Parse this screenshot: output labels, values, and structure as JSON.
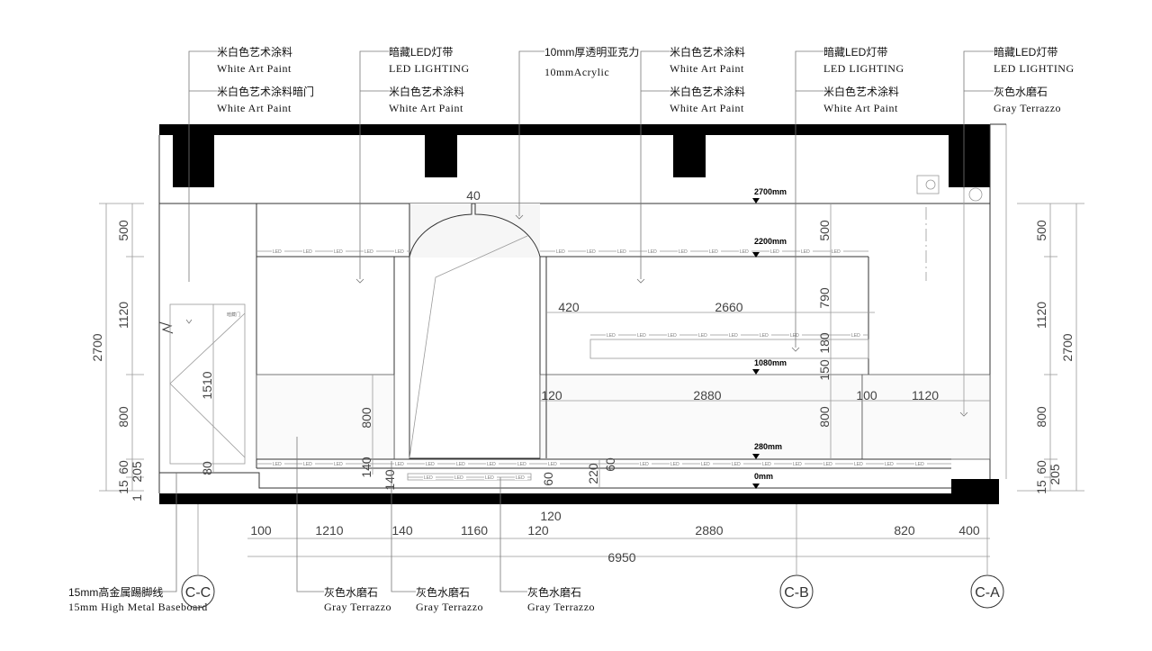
{
  "top_callouts": [
    {
      "cn1": "米白色艺术涂料",
      "en1": "White Art Paint",
      "cn2": "米白色艺术涂料暗门",
      "en2": "White Art Paint"
    },
    {
      "cn1": "暗藏LED灯带",
      "en1": "LED LIGHTING",
      "cn2": "米白色艺术涂料",
      "en2": "White Art Paint"
    },
    {
      "cn1": "10mm厚透明亚克力",
      "en1": "10mmAcrylic"
    },
    {
      "cn1": "米白色艺术涂料",
      "en1": "White Art Paint",
      "cn2": "米白色艺术涂料",
      "en2": "White Art Paint"
    },
    {
      "cn1": "暗藏LED灯带",
      "en1": "LED LIGHTING",
      "cn2": "米白色艺术涂料",
      "en2": "White Art Paint"
    },
    {
      "cn1": "暗藏LED灯带",
      "en1": "LED LIGHTING",
      "cn2": "灰色水磨石",
      "en2": "Gray Terrazzo"
    }
  ],
  "levels": [
    "2700mm",
    "2200mm",
    "1080mm",
    "280mm",
    "0mm"
  ],
  "led_label": "LED",
  "door_tag": "暗藏门",
  "left_dims": {
    "a": "500",
    "b": "1120",
    "c": "800",
    "d": "60",
    "e": "15",
    "total": "2700",
    "f": "205",
    "g": "1"
  },
  "right_dims": {
    "a": "500",
    "b": "1120",
    "c": "800",
    "d": "60",
    "e": "15",
    "total": "2700",
    "f": "205"
  },
  "inner_dims": {
    "arch_gap": "40",
    "door_h": "1510",
    "door_base": "80",
    "terr_h_left": "800",
    "led_gap1": "140",
    "led_gap2": "140",
    "gap60": "60",
    "d220": "220",
    "d60b": "60",
    "d420": "420",
    "d2660": "2660",
    "d500": "500",
    "d790": "790",
    "d180": "180",
    "d150": "150",
    "d120": "120",
    "d2880": "2880",
    "d100": "100",
    "d1120": "1120",
    "d800": "800"
  },
  "bottom_dims": {
    "top": "120",
    "row": [
      "100",
      "1210",
      "140",
      "1160",
      "120",
      "2880",
      "820",
      "400"
    ],
    "total": "6950"
  },
  "bottom_callouts": [
    {
      "cn": "15mm高金属踢脚线",
      "en": "15mm High Metal Baseboard"
    },
    {
      "cn": "灰色水磨石",
      "en": "Gray Terrazzo"
    },
    {
      "cn": "灰色水磨石",
      "en": "Gray Terrazzo"
    },
    {
      "cn": "灰色水磨石",
      "en": "Gray Terrazzo"
    }
  ],
  "section_marks": [
    "C-C",
    "C-B",
    "C-A"
  ]
}
